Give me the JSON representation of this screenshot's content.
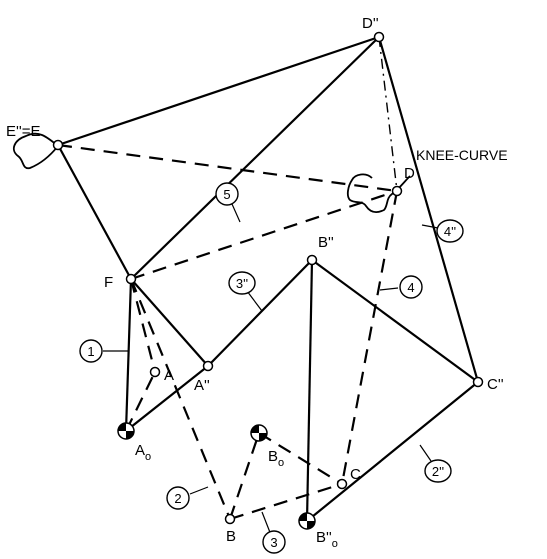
{
  "labels": {
    "E2": "E''=E",
    "D2": "D''",
    "D": "D",
    "F": "F",
    "A": "A",
    "A2": "A''",
    "B": "B",
    "B2": "B''",
    "C": "C",
    "C2": "C''",
    "A0_letter": "A",
    "A0_sub": "o",
    "B0_letter": "B",
    "B0_sub": "o",
    "B0b_letter": "B''",
    "B0b_sub": "o",
    "knee": "KNEE-CURVE"
  },
  "link_numbers": [
    "1",
    "2",
    "3",
    "3''",
    "4",
    "4''",
    "5",
    "2''"
  ]
}
